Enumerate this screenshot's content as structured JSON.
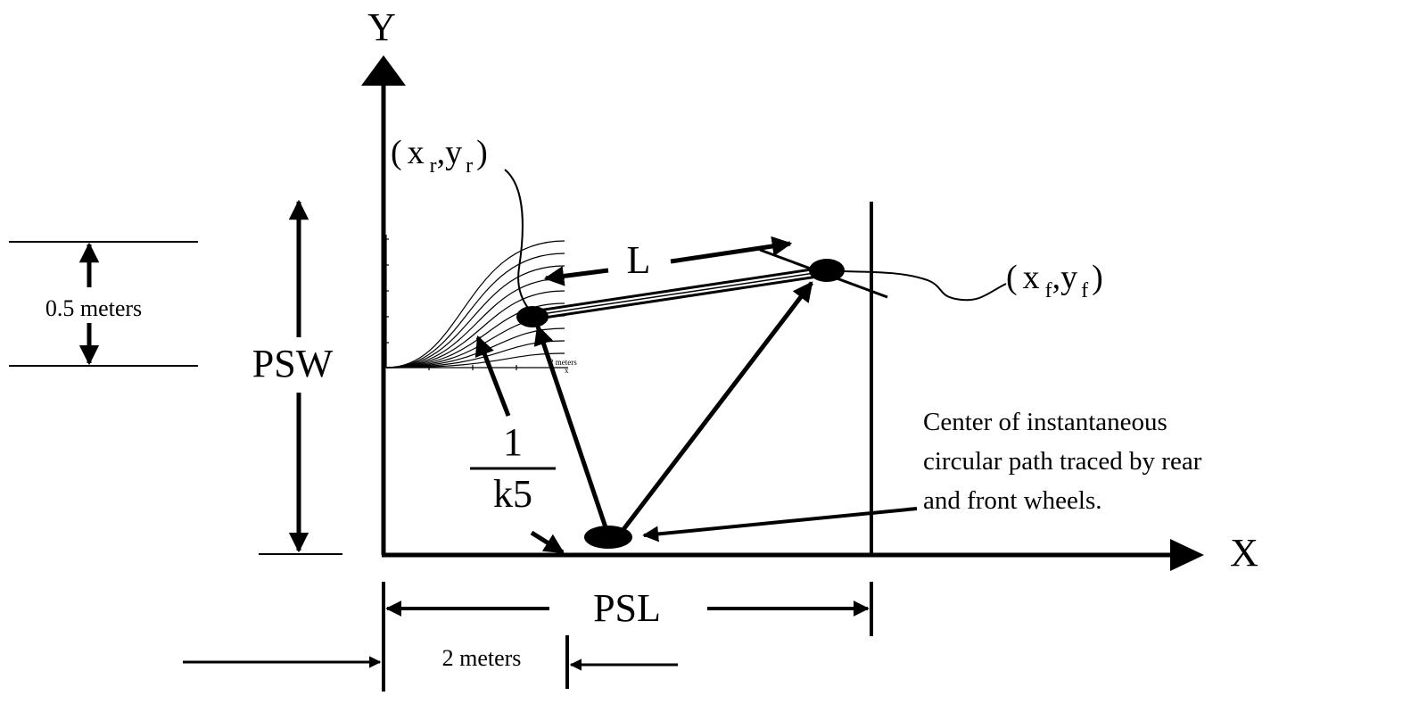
{
  "axes": {
    "x_label": "X",
    "y_label": "Y"
  },
  "rear_point": {
    "open": "(",
    "x": "x",
    "x_sub": "r",
    "comma": ",",
    "y": "y",
    "y_sub": "r",
    "close": ")"
  },
  "front_point": {
    "open": "(",
    "x": "x",
    "x_sub": "f",
    "comma": ",",
    "y": "y",
    "y_sub": "f",
    "close": ")"
  },
  "wheelbase_label": "L",
  "radius_label": {
    "numerator": "1",
    "denominator": "k5"
  },
  "dimensions": {
    "psw": "PSW",
    "psl": "PSL",
    "half_meter": "0.5 meters",
    "two_meters": "2 meters",
    "inset_two_meters": "2 meters",
    "inset_x": "x"
  },
  "center_note": {
    "line1": "Center of instantaneous",
    "line2": "circular path traced by rear",
    "line3": "and front wheels."
  },
  "colors": {
    "ink": "#000000",
    "background": "#ffffff"
  }
}
